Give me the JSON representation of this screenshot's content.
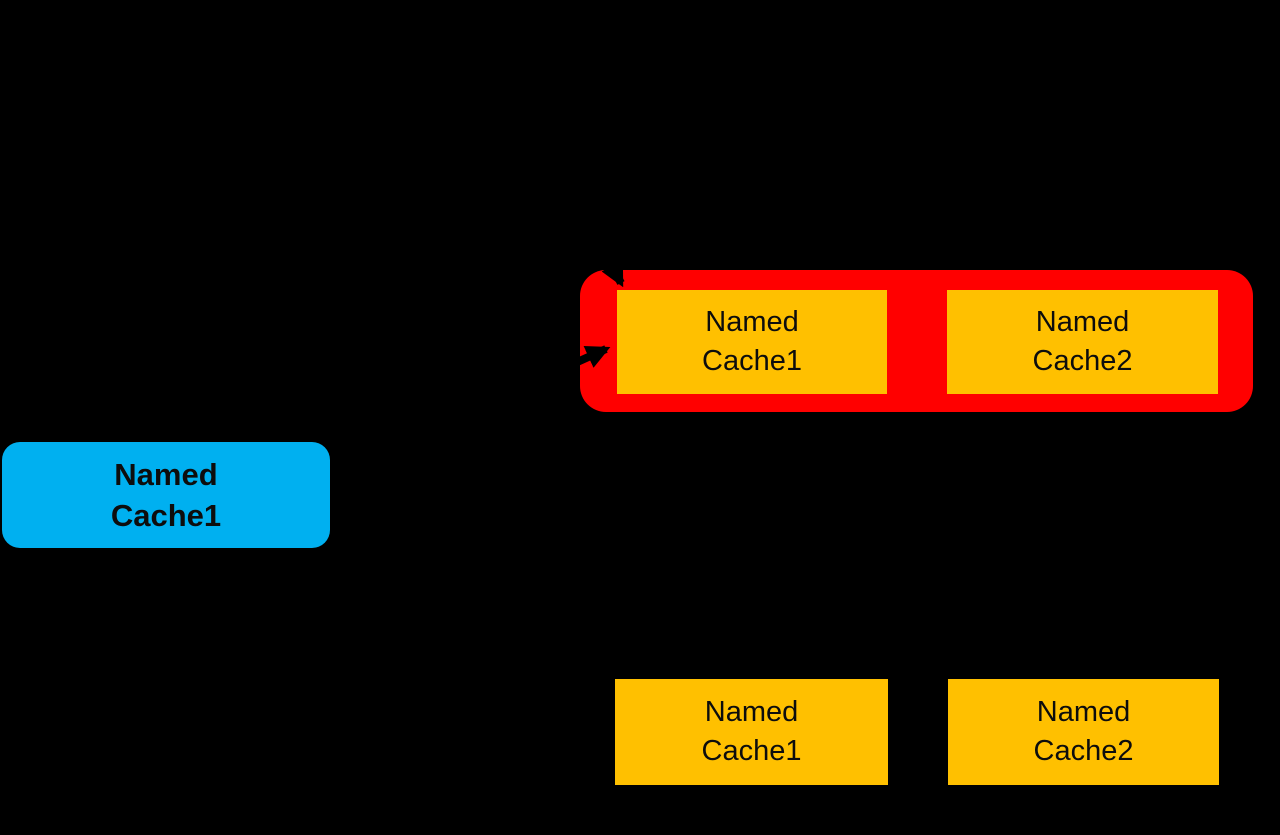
{
  "colors": {
    "background": "#000000",
    "cluster_outline": "#ff0000",
    "cache_fill": "#ffc000",
    "primary_fill": "#00b0f0",
    "arrow": "#000000",
    "label_text": "#0d0d0d"
  },
  "cluster": {
    "caches": [
      {
        "label": "Named\nCache1"
      },
      {
        "label": "Named\nCache2"
      }
    ]
  },
  "primary_box": {
    "label": "Named\nCache1"
  },
  "lower_caches": [
    {
      "label": "Named\nCache1"
    },
    {
      "label": "Named\nCache2"
    }
  ]
}
